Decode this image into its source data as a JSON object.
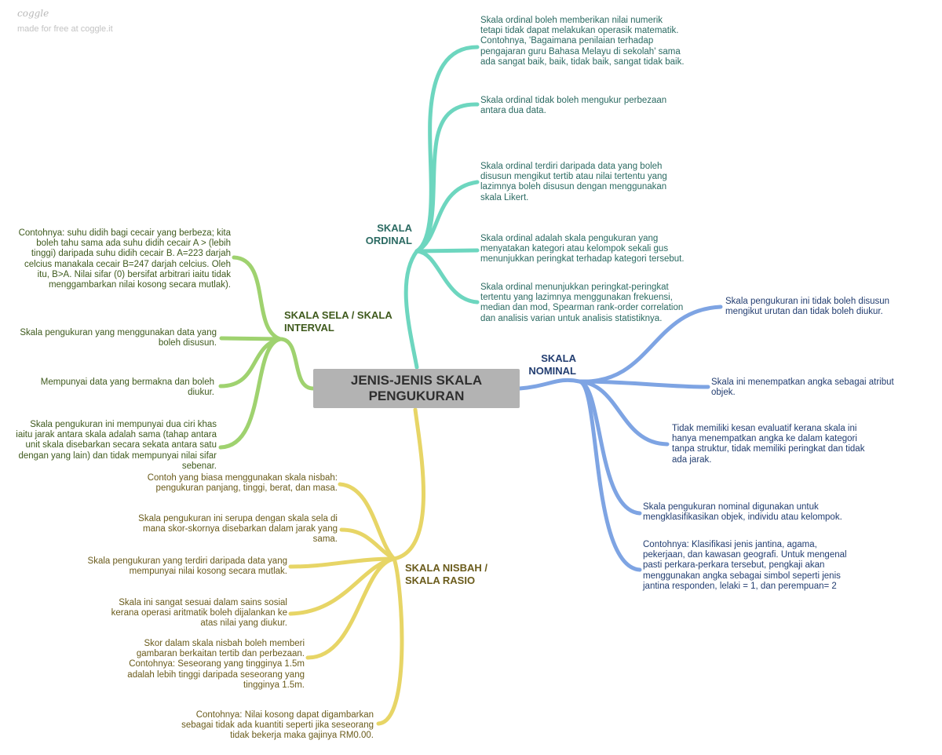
{
  "brand": {
    "logo": "coggle",
    "tagline": "made for free at coggle.it"
  },
  "center": {
    "title": "JENIS-JENIS SKALA PENGUKURAN"
  },
  "colors": {
    "ordinal": "#6dd6bf",
    "nominal": "#7ea4e3",
    "sela": "#9fd26f",
    "nisbah": "#e7d566",
    "center": "#b3b3b3"
  },
  "ordinal": {
    "label": "SKALA ORDINAL",
    "items": [
      "Skala ordinal boleh memberikan nilai numerik tetapi tidak dapat melakukan operasik matematik. Contohnya, 'Bagaimana penilaian terhadap pengajaran guru Bahasa Melayu di sekolah' sama ada sangat baik, baik, tidak baik, sangat tidak baik.",
      "Skala ordinal tidak boleh mengukur perbezaan antara dua data.",
      "Skala ordinal terdiri daripada data yang boleh disusun mengikut tertib atau nilai tertentu yang lazimnya boleh disusun dengan menggunakan skala Likert.",
      "Skala ordinal adalah skala pengukuran yang menyatakan kategori atau kelompok sekali gus menunjukkan peringkat terhadap kategori tersebut.",
      "Skala ordinal menunjukkan peringkat-peringkat tertentu yang lazimnya menggunakan frekuensi, median dan mod, Spearman rank-order correlation dan analisis varian untuk analisis statistiknya."
    ]
  },
  "nominal": {
    "label": "SKALA NOMINAL",
    "items": [
      "Skala pengukuran ini tidak boleh disusun mengikut urutan dan tidak boleh diukur.",
      "Skala ini menempatkan angka sebagai atribut objek.",
      "Tidak memiliki kesan evaluatif kerana skala ini hanya menempatkan angka ke dalam kategori tanpa struktur, tidak memiliki peringkat dan tidak ada jarak.",
      "Skala pengukuran nominal digunakan untuk mengklasifikasikan objek, individu atau kelompok.",
      "Contohnya: Klasifikasi jenis jantina, agama, pekerjaan, dan kawasan geografi. Untuk mengenal pasti perkara-perkara tersebut, pengkaji akan menggunakan angka sebagai simbol seperti jenis jantina responden, lelaki = 1, dan perempuan= 2"
    ]
  },
  "sela": {
    "label": "SKALA SELA / SKALA INTERVAL",
    "items": [
      "Contohnya: suhu didih bagi cecair yang berbeza; kita boleh tahu sama ada suhu didih cecair A > (lebih tinggi) daripada suhu didih cecair B. A=223 darjah celcius manakala cecair B=247 darjah celcius. Oleh itu, B>A. Nilai sifar (0) bersifat arbitrari iaitu tidak menggambarkan nilai kosong secara mutlak).",
      "Skala pengukuran yang menggunakan data yang boleh disusun.",
      "Mempunyai data yang bermakna dan boleh diukur.",
      "Skala pengukuran ini mempunyai dua ciri khas iaitu jarak antara skala adalah sama (tahap antara unit skala disebarkan secara sekata antara satu dengan yang lain) dan tidak mempunyai nilai sifar sebenar."
    ]
  },
  "nisbah": {
    "label": "SKALA NISBAH / SKALA RASIO",
    "items": [
      "Contoh yang biasa menggunakan skala nisbah: pengukuran panjang, tinggi, berat, dan masa.",
      "Skala pengukuran ini serupa dengan skala sela di mana skor-skornya disebarkan dalam jarak yang sama.",
      "Skala pengukuran yang terdiri daripada data yang mempunyai nilai kosong secara mutlak.",
      "Skala ini sangat sesuai dalam sains sosial kerana operasi aritmatik boleh dijalankan ke atas nilai yang diukur.",
      "Skor dalam skala nisbah boleh memberi gambaran berkaitan tertib dan perbezaan. Contohnya: Seseorang yang tingginya 1.5m adalah lebih tinggi daripada seseorang yang tingginya 1.5m.",
      "Contohnya: Nilai kosong dapat digambarkan sebagai tidak ada kuantiti seperti jika seseorang tidak bekerja maka gajinya RM0.00."
    ]
  }
}
